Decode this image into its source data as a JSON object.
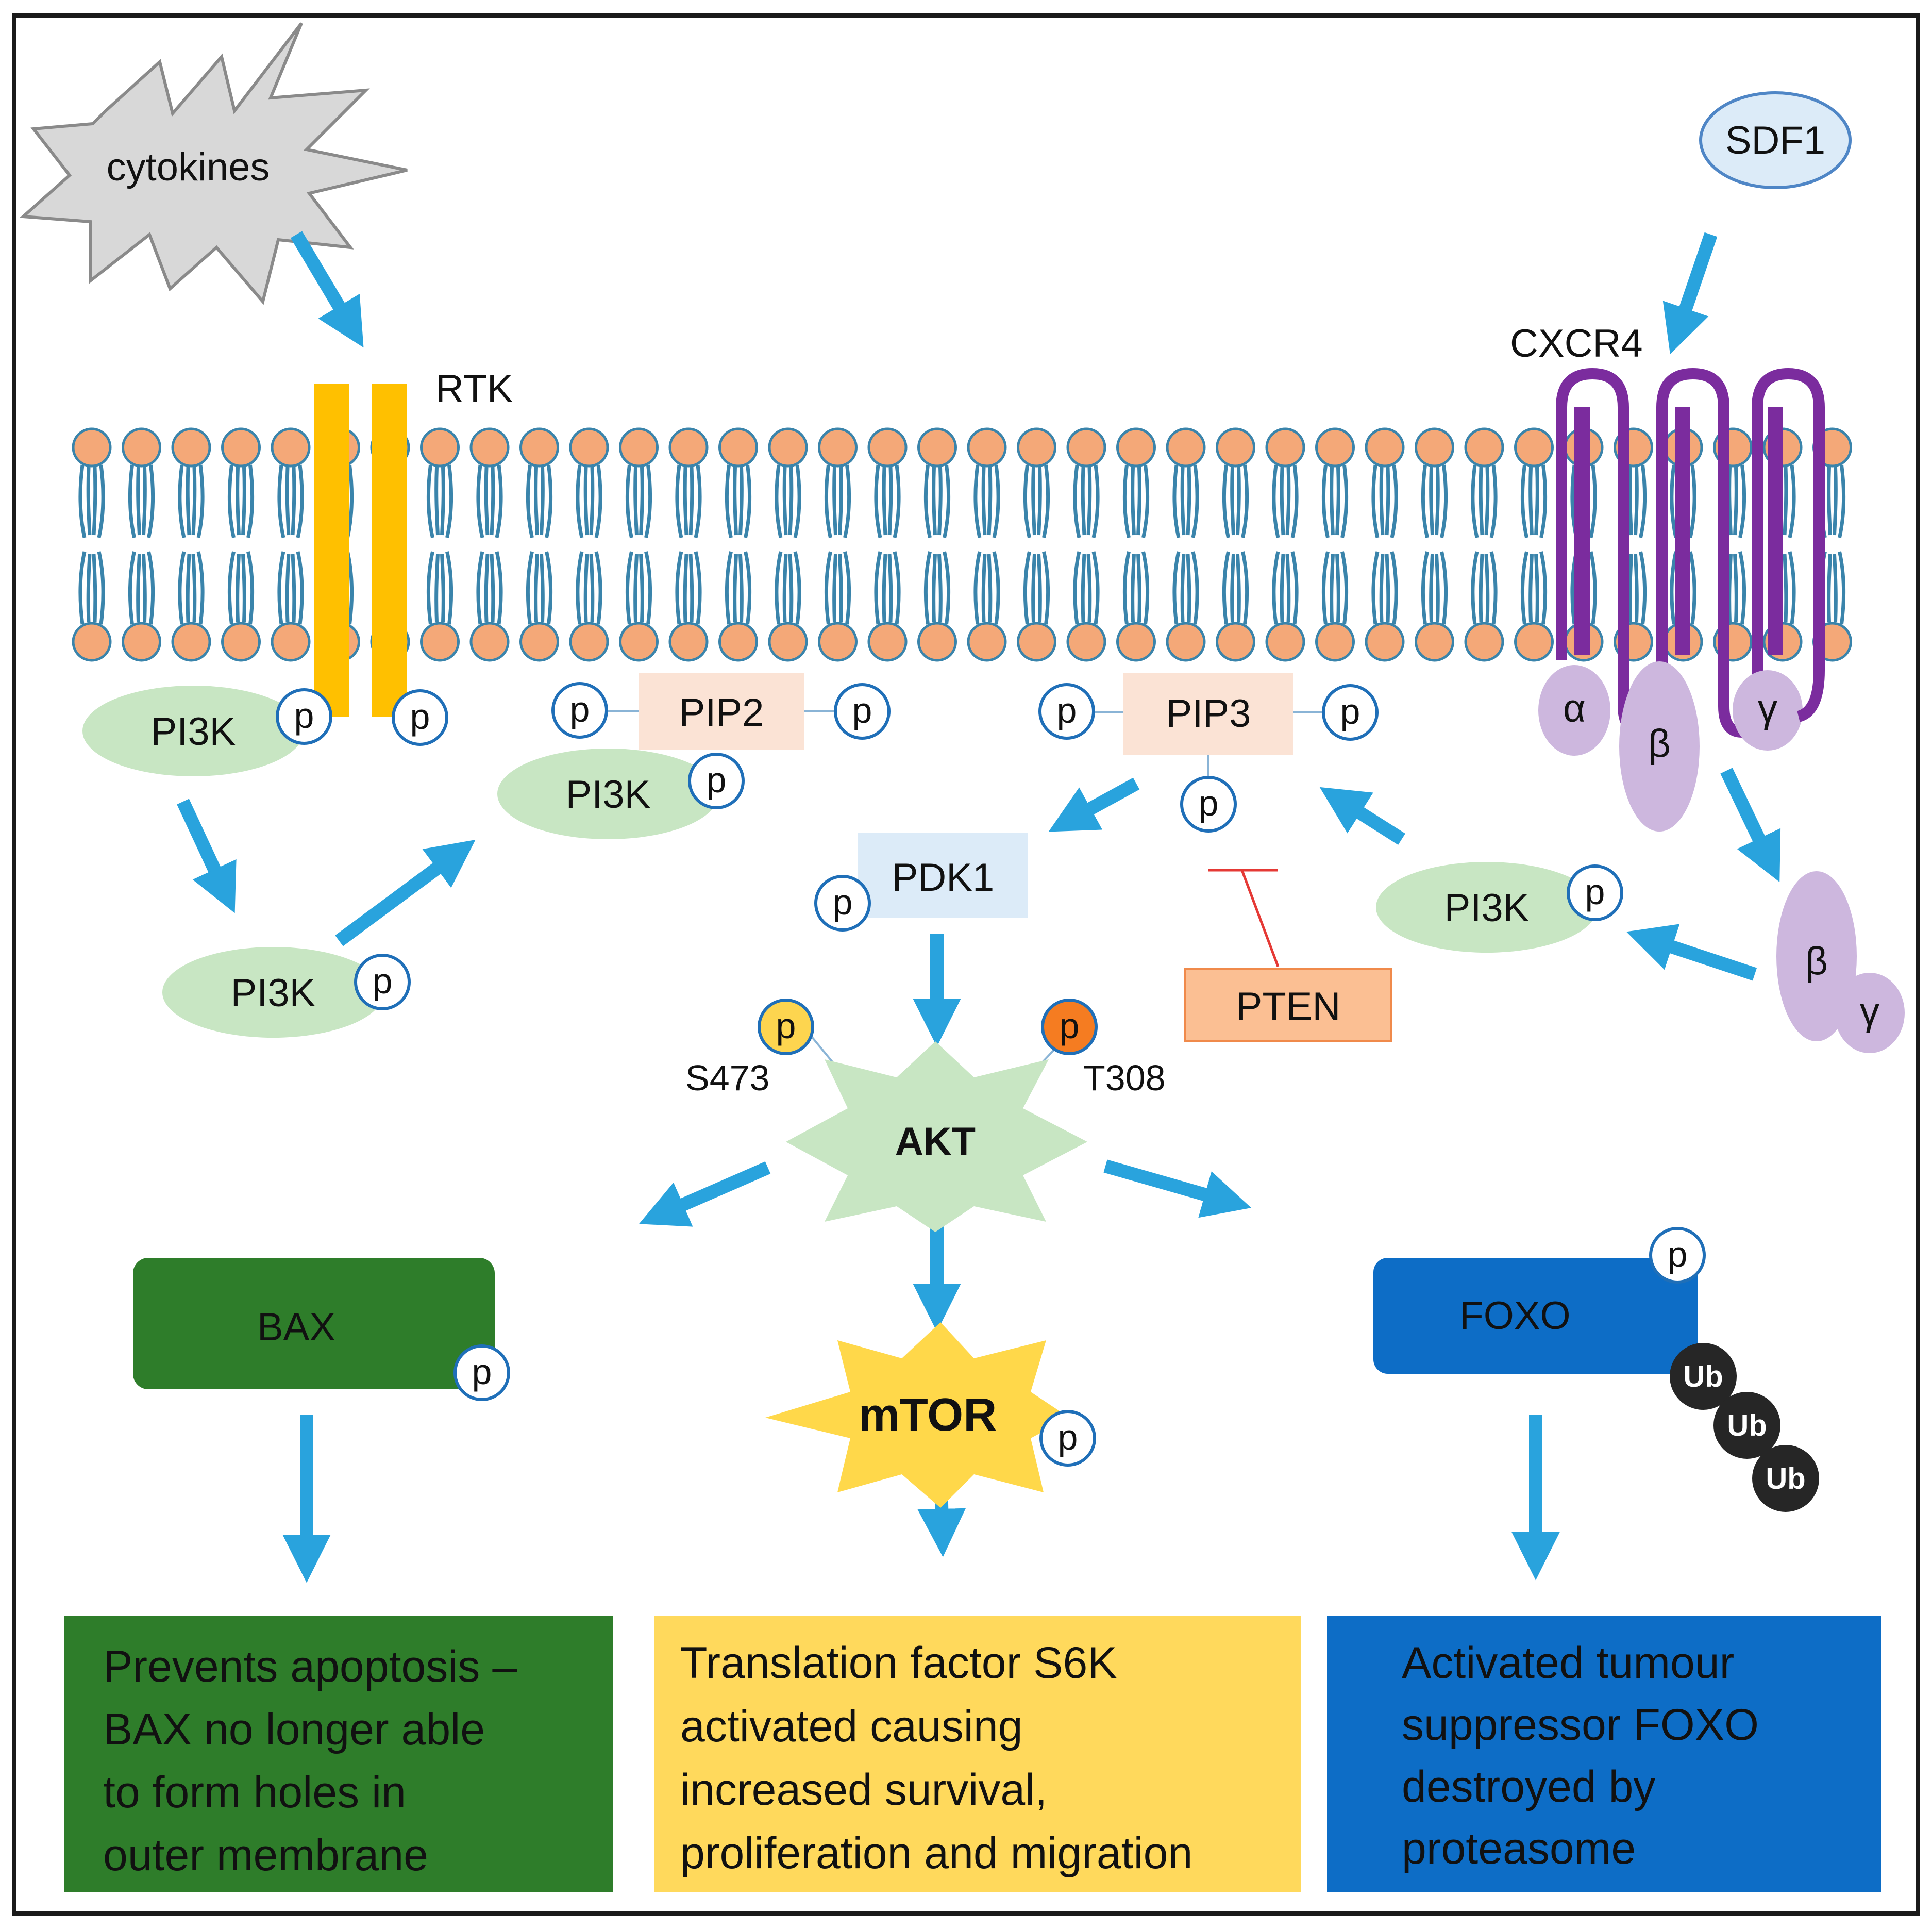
{
  "labels": {
    "cytokines": "cytokines",
    "sdf1": "SDF1",
    "rtk": "RTK",
    "cxcr4": "CXCR4",
    "pi3k": "PI3K",
    "pip2": "PIP2",
    "pip3": "PIP3",
    "pdk1": "PDK1",
    "pten": "PTEN",
    "akt": "AKT",
    "mtor": "mTOR",
    "bax": "BAX",
    "foxo": "FOXO",
    "p": "p",
    "ub": "Ub",
    "s473": "S473",
    "t308": "T308",
    "alpha": "α",
    "beta": "β",
    "gamma": "γ"
  },
  "outcomes": {
    "bax_lines": [
      "Prevents apoptosis –",
      "BAX no longer able",
      "to form holes in",
      "outer membrane"
    ],
    "mtor_lines": [
      "Translation  factor S6K",
      "activated causing",
      "increased survival,",
      "proliferation and migration"
    ],
    "foxo_lines": [
      "Activated tumour",
      "suppressor  FOXO",
      "destroyed by",
      "proteasome"
    ]
  },
  "colors": {
    "arrow": "#29a3dd",
    "lipid_head": "#f4a878",
    "lipid_tail": "#3a84ab",
    "rtk": "#ffc000",
    "cxcr4": "#7b2c9e",
    "pi3k": "#c8e6c3",
    "pip_box": "#fbe3d5",
    "pdk1_box": "#dcebf8",
    "pten_box": "#fbbf93",
    "akt": "#c8e6c3",
    "mtor": "#ffd84a",
    "bax": "#2e7d2a",
    "foxo": "#0d6dc6",
    "ub": "#262626",
    "gprotein": "#cdb7de",
    "p_s473": "#fdd54f",
    "p_t308": "#f57c21",
    "inhibit": "#e53935"
  }
}
